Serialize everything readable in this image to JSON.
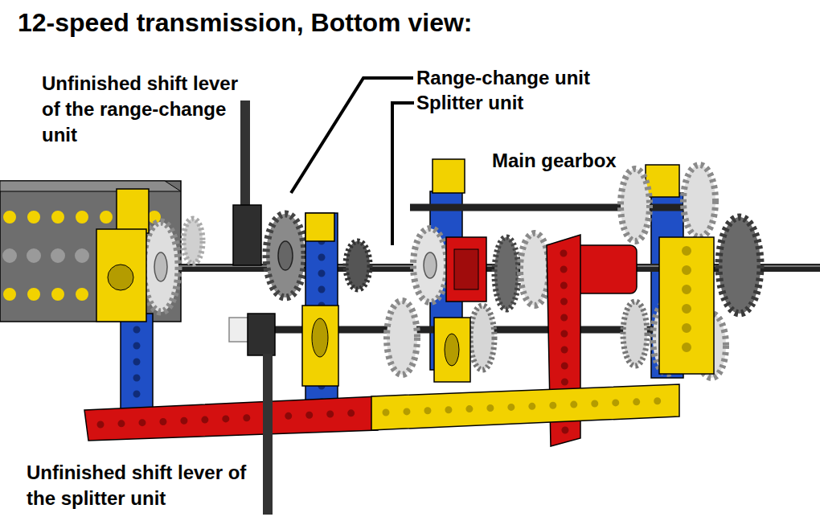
{
  "diagram": {
    "title": "12-speed transmission, Bottom view:",
    "labels": [
      "Unfinished shift lever of the range-change unit",
      "Range-change unit",
      "Splitter unit",
      "Main gearbox",
      "Unfinished shift lever of the splitter unit"
    ]
  }
}
